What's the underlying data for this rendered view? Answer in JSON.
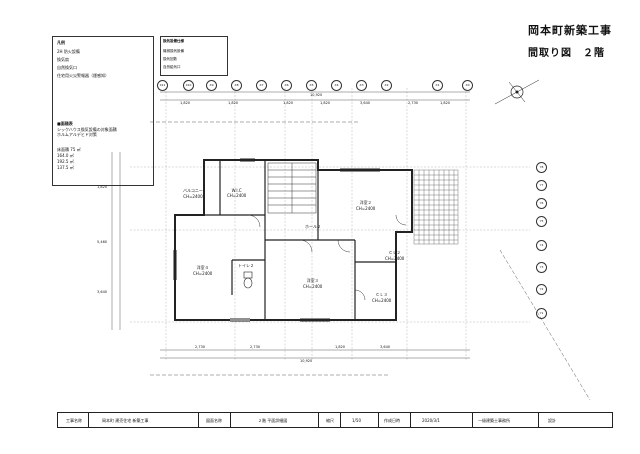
{
  "title": {
    "project": "岡本町新築工事",
    "drawing": "間取り図　２階"
  },
  "legend": {
    "heading": "凡例",
    "items": [
      "2H 防火設備",
      "換気扇",
      "自然換気口",
      "住宅用火災警報器（煙感知）"
    ],
    "note_heading": "■面積表",
    "note_lines": [
      "シックハウス換気設備の対象面積",
      "ホルムアルデヒド対策"
    ],
    "areas": [
      {
        "label": "床面積",
        "value": "75 ㎡"
      },
      {
        "label": "",
        "value": "164.0 ㎡"
      },
      {
        "label": "",
        "value": "192.5 ㎡"
      },
      {
        "label": "",
        "value": "137.5 ㎡"
      }
    ]
  },
  "vent_table": {
    "heading": "換気設備仕様",
    "rows": [
      "機械換気設備",
      "換気回数",
      "自然給気口"
    ]
  },
  "rooms": [
    {
      "name": "バルコニー",
      "sub": "CH=2400"
    },
    {
      "name": "W.I.C",
      "sub": "CH=2400"
    },
    {
      "name": "洋室２",
      "sub": "CH=2400"
    },
    {
      "name": "洋室４",
      "sub": "CH=2400"
    },
    {
      "name": "トイレ２",
      "sub": ""
    },
    {
      "name": "ホール２",
      "sub": ""
    },
    {
      "name": "洋室３",
      "sub": "CH=2400"
    },
    {
      "name": "ＣＬ２",
      "sub": "CH=2400"
    },
    {
      "name": "ＣＬ３",
      "sub": "CH=2400"
    }
  ],
  "axis_top": [
    "X11",
    "X10",
    "X9",
    "X8",
    "X7",
    "X6",
    "X5",
    "X4",
    "X3",
    "X2",
    "X1",
    "X0"
  ],
  "axis_right": [
    "Y8",
    "Y7",
    "Y6",
    "Y5",
    "Y4",
    "Y3",
    "Y2",
    "Y1"
  ],
  "dims_top": [
    "1,820",
    "1,820",
    "1,820",
    "1,820",
    "3,640",
    "2,730",
    "1,820"
  ],
  "dims_top_total": "10,920",
  "dims_bottom": [
    "2,730",
    "2,730",
    "1,820",
    "3,640"
  ],
  "dims_bottom_total": "10,920",
  "dims_left": [
    "1,820",
    "5,460",
    "3,640"
  ],
  "footer": {
    "cells": [
      "工事名称",
      "岡本町 建売住宅 新築工事",
      "図面名称",
      "２階 平面詳細図",
      "縮尺",
      "1/50",
      "作成日時",
      "2020/3/1",
      "一級建築士事務所",
      "設計"
    ]
  },
  "colors": {
    "line": "#222222",
    "grid": "#888888",
    "hatch": "#555555"
  }
}
